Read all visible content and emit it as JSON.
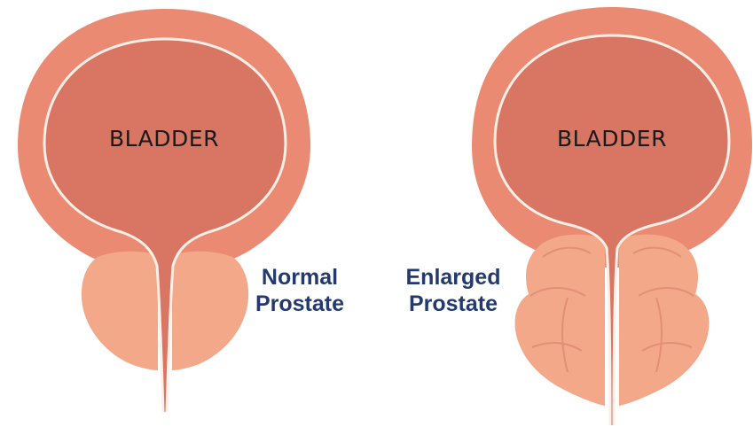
{
  "left": {
    "bladder_label": "BLADDER",
    "caption_line1": "Normal",
    "caption_line2": "Prostate"
  },
  "right": {
    "bladder_label": "BLADDER",
    "caption_line1": "Enlarged",
    "caption_line2": "Prostate"
  },
  "colors": {
    "bladder_wall": "#ea8a73",
    "bladder_interior": "#d97563",
    "lining_line": "#fbefe6",
    "prostate": "#f3a88a",
    "prostate_detail": "#e38f76",
    "caption_text": "#243a6e",
    "label_text": "#1a1a1a"
  }
}
